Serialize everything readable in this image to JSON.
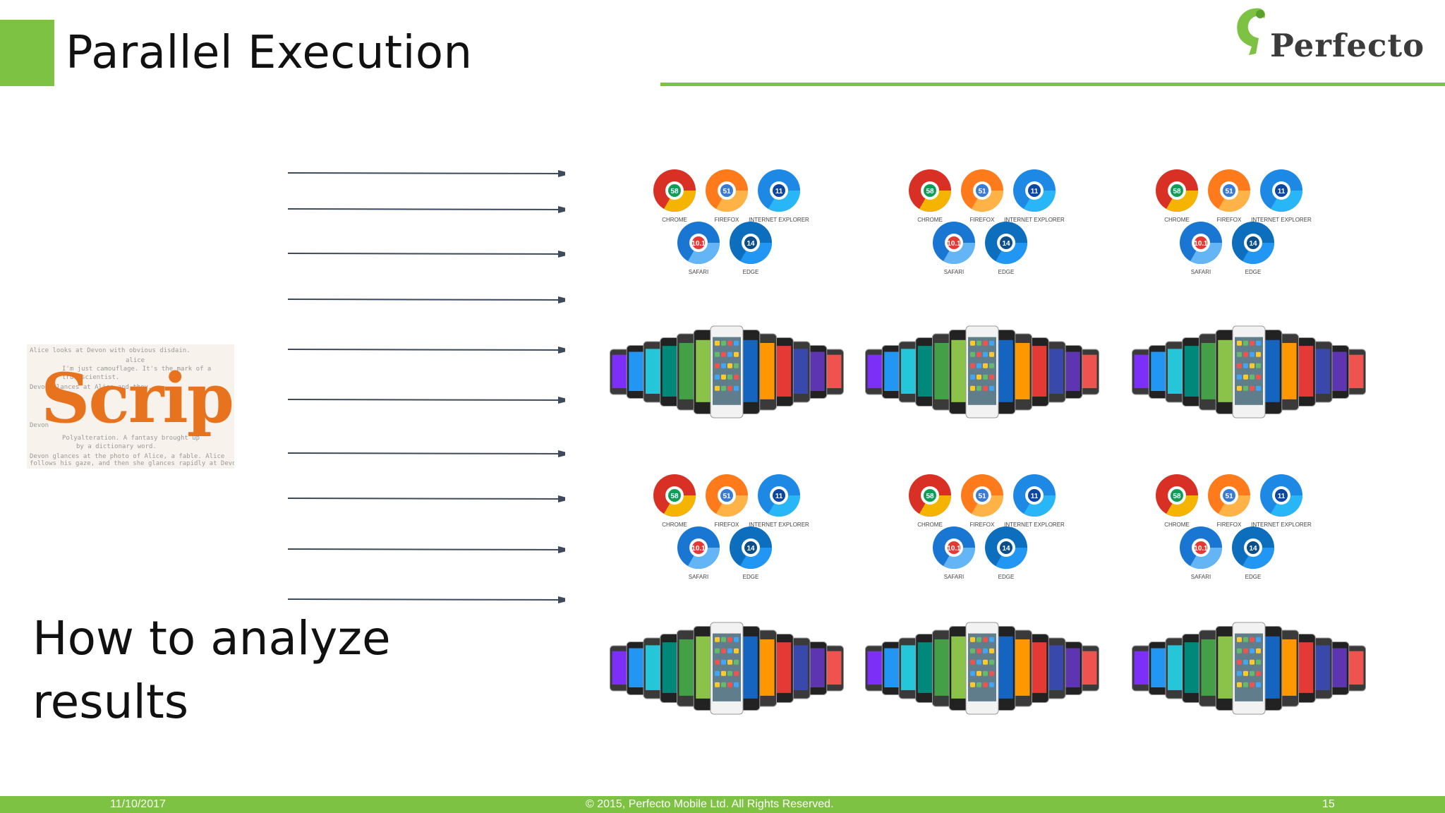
{
  "slide": {
    "title": "Parallel Execution",
    "logo_text": "Perfecto",
    "scripts_word": "Scripts",
    "scripts_lines": [
      "Alice looks at Devon with obvious disdain.",
      "alice",
      "I'm just camouflage. It's the mark of a",
      "true scientist.",
      "Devon glances at Alice and they...",
      "Devon",
      "Polyalteration. A fantasy brought up",
      "by a dictionary word.",
      "Devon glances at the photo of Alice, a fable. Alice",
      "follows his gaze, and then she glances rapidly at Devon."
    ],
    "analyze_line1": "How to analyze",
    "analyze_line2": "results",
    "arrow_count": 10,
    "browser_labels": [
      "CHROME",
      "FIREFOX",
      "INTERNET EXPLORER",
      "SAFARI",
      "EDGE"
    ],
    "browser_versions": [
      "58",
      "51",
      "11",
      "10.1",
      "14"
    ],
    "colors": {
      "accent": "#7dc242",
      "title": "#111111",
      "scripts": "#e8731f",
      "arrow": "#3d4a5c"
    }
  },
  "footer": {
    "date": "11/10/2017",
    "copyright": "© 2015, Perfecto Mobile Ltd.  All Rights Reserved.",
    "page": "15"
  }
}
